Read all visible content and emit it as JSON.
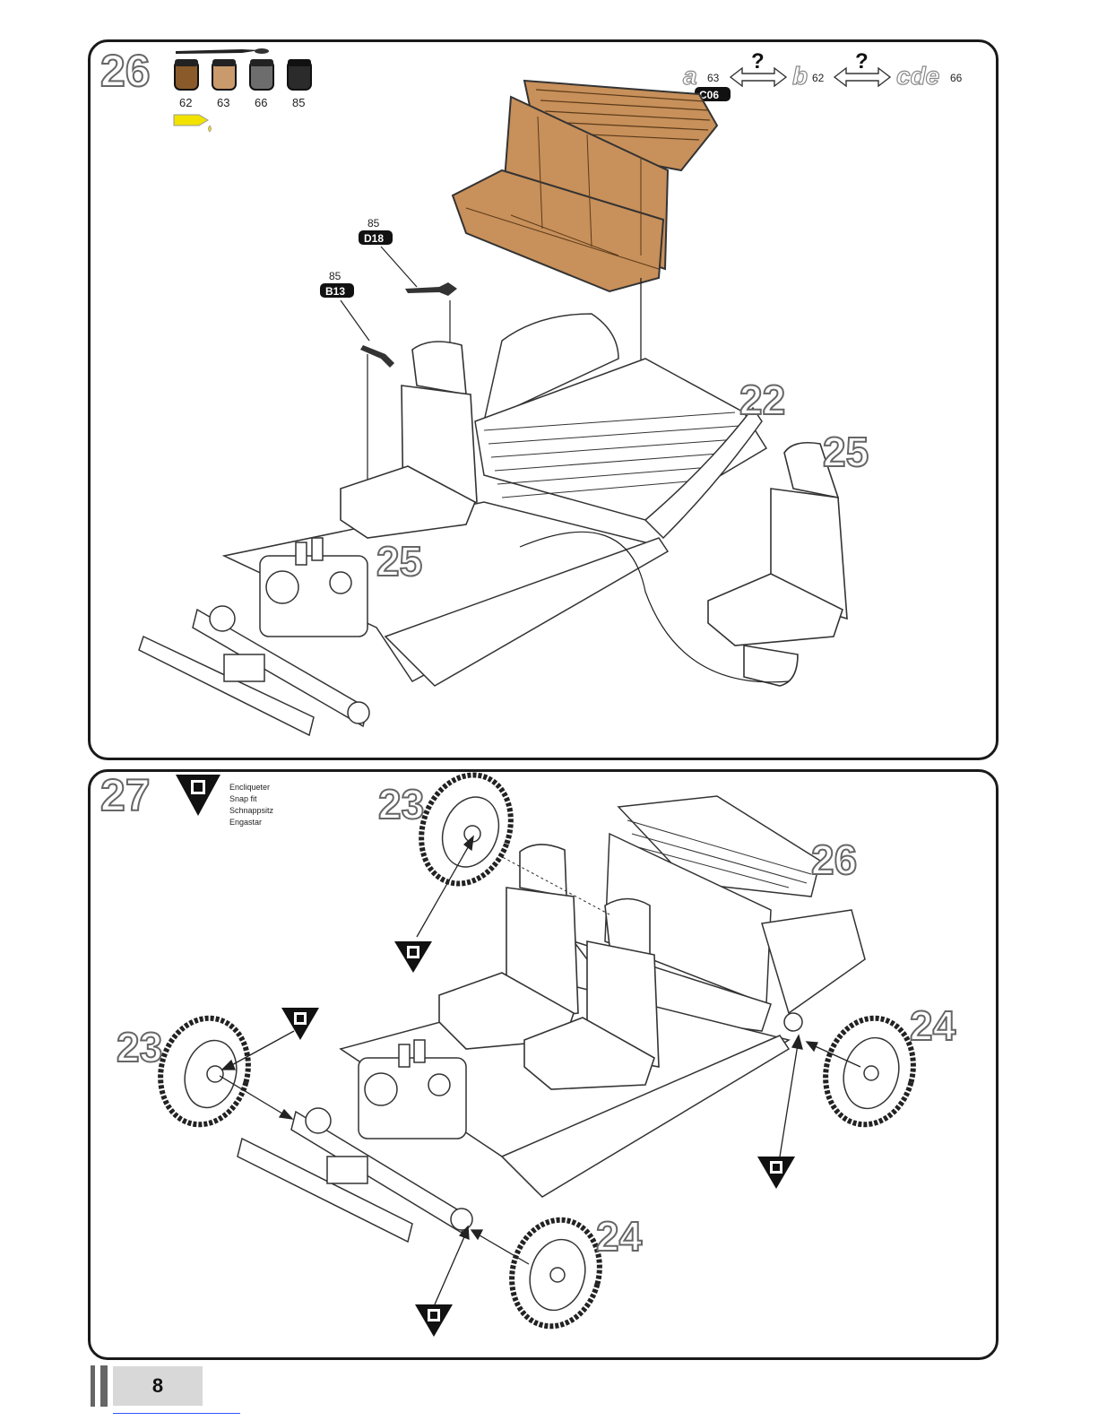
{
  "step26": {
    "number": "26",
    "paints": [
      "62",
      "63",
      "66",
      "85"
    ],
    "paint_colors": [
      "#8a5a2a",
      "#c99a6b",
      "#6d6d6d",
      "#2b2b2b"
    ],
    "variant_a": "a",
    "variant_a_paint": "63",
    "variant_b": "b",
    "variant_b_paint": "62",
    "variant_cde": "cde",
    "variant_cde_paint": "66",
    "question": "?",
    "part_c06": "C06",
    "part_d18": "D18",
    "part_d18_paint": "85",
    "part_b13": "B13",
    "part_b13_paint": "85",
    "ref_22": "22",
    "ref_25_right": "25",
    "ref_25_left": "25"
  },
  "step27": {
    "number": "27",
    "snap_lines": [
      "Encliqueter",
      "Snap fit",
      "Schnappsitz",
      "Engastar"
    ],
    "ref_23_top": "23",
    "ref_23_left": "23",
    "ref_26": "26",
    "ref_24_right": "24",
    "ref_24_bottom": "24"
  },
  "footer": {
    "page": "8"
  },
  "colors": {
    "seat_brown": "#c8905a",
    "ink": "#1a1a1a"
  }
}
